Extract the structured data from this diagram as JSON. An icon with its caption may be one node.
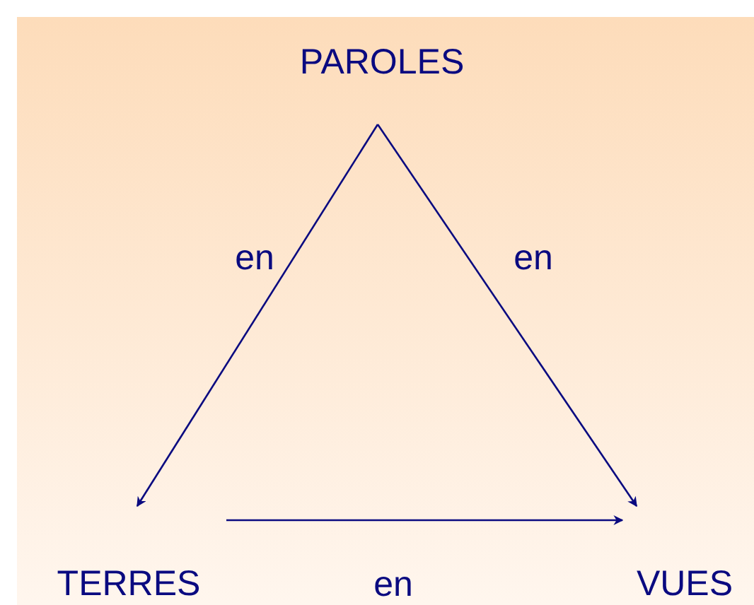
{
  "diagram": {
    "nodes": [
      {
        "text": [
          "PAROLES"
        ]
      },
      {
        "text": [
          "TERRES"
        ]
      },
      {
        "text": [
          "VUES"
        ]
      }
    ],
    "edges": [
      {
        "from": 0,
        "to": 1,
        "arrow": "to",
        "label": "en"
      },
      {
        "from": 0,
        "to": 2,
        "arrow": "to",
        "label": "en"
      },
      {
        "from": 1,
        "to": 2,
        "arrow": "to",
        "label": "en"
      }
    ]
  }
}
